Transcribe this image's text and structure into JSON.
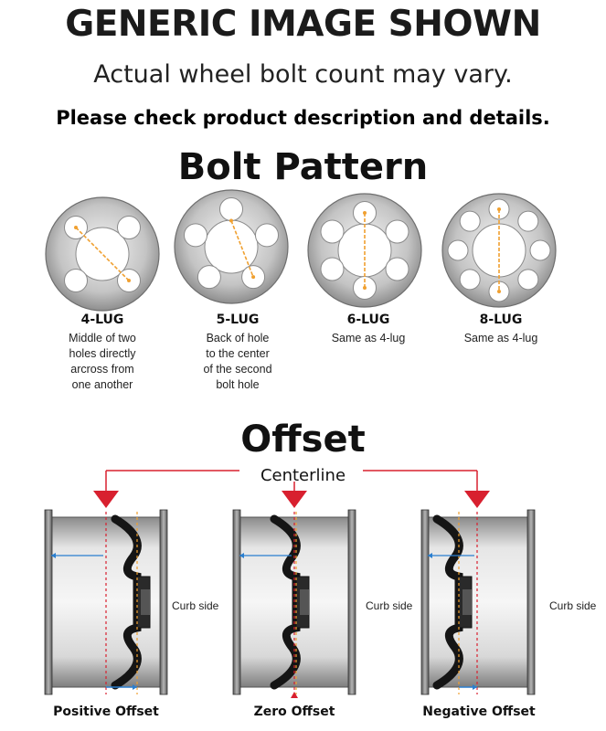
{
  "header": {
    "title": "GENERIC IMAGE SHOWN",
    "subtitle": "Actual wheel bolt count may vary.",
    "notice": "Please check product description and details."
  },
  "bolt_pattern": {
    "title": "Bolt Pattern",
    "lugs": [
      {
        "name": "4-LUG",
        "desc": [
          "Middle of two",
          "holes directly",
          "arcross from",
          "one another"
        ],
        "holes": 4
      },
      {
        "name": "5-LUG",
        "desc": [
          "Back of hole",
          "to the center",
          "of the second",
          "bolt hole"
        ],
        "holes": 5
      },
      {
        "name": "6-LUG",
        "desc": [
          "Same as 4-lug"
        ],
        "holes": 6
      },
      {
        "name": "8-LUG",
        "desc": [
          "Same as 4-lug"
        ],
        "holes": 8
      }
    ]
  },
  "offset": {
    "title": "Offset",
    "centerline_label": "Centerline",
    "curb_label": "Curb side",
    "wheels": [
      {
        "name": "Positive Offset"
      },
      {
        "name": "Zero Offset"
      },
      {
        "name": "Negative Offset"
      }
    ]
  },
  "colors": {
    "accent_red": "#d8202f",
    "measure_orange": "#f0a030",
    "measure_blue": "#2a7fd0"
  }
}
